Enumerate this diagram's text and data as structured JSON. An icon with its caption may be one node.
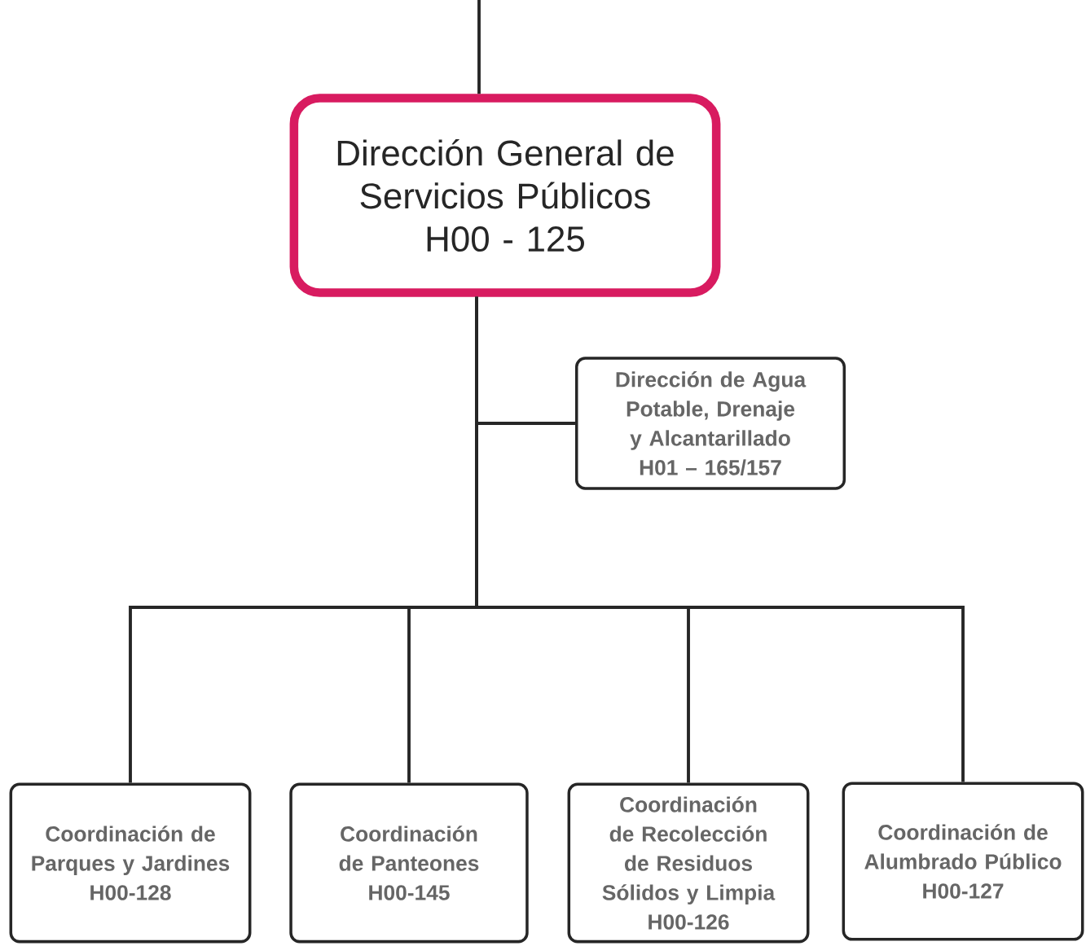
{
  "diagram": {
    "nodes": [
      {
        "text": [
          "Dirección General de Servicios Públicos",
          "H00 - 125"
        ]
      },
      {
        "text": [
          "Dirección de Agua Potable, Drenaje y Alcantarillado",
          "H01 – 165/157"
        ]
      },
      {
        "text": [
          "Coordinación de Parques y Jardines",
          "H00-128"
        ]
      },
      {
        "text": [
          "Coordinación de Panteones",
          "H00-145"
        ]
      },
      {
        "text": [
          "Coordinación de Recolección de Residuos Sólidos y Limpia",
          "H00-126"
        ]
      },
      {
        "text": [
          "Coordinación de Alumbrado Público",
          "H00-127"
        ]
      }
    ],
    "edges": [
      {
        "from": null,
        "to": 0,
        "arrow": "none"
      },
      {
        "from": 0,
        "to": 1,
        "arrow": "none"
      },
      {
        "from": 0,
        "to": 2,
        "arrow": "none"
      },
      {
        "from": 0,
        "to": 3,
        "arrow": "none"
      },
      {
        "from": 0,
        "to": 4,
        "arrow": "none"
      },
      {
        "from": 0,
        "to": 5,
        "arrow": "none"
      }
    ]
  }
}
